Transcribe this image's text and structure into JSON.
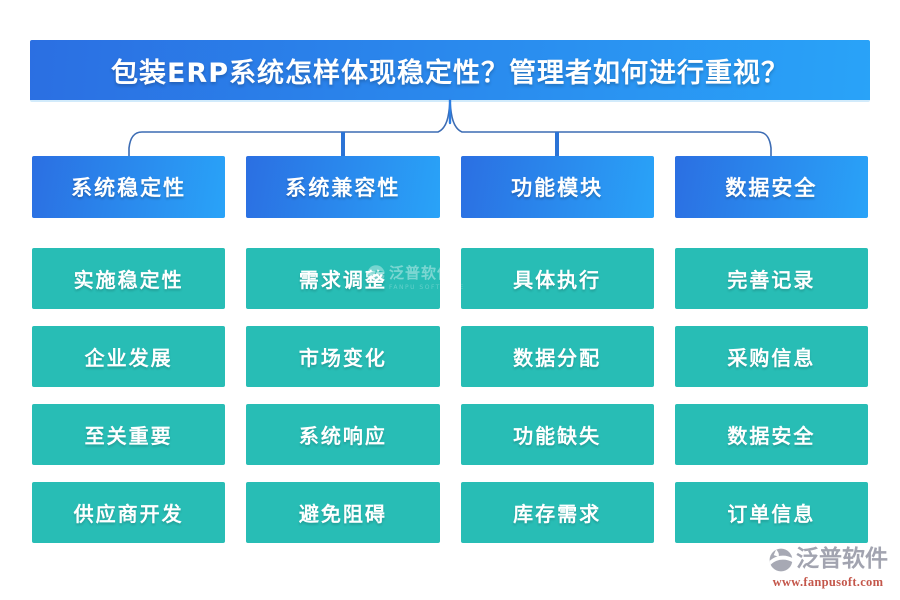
{
  "title": "包装ERP系统怎样体现稳定性？管理者如何进行重视？",
  "columns": [
    {
      "header": "系统稳定性",
      "items": [
        "实施稳定性",
        "企业发展",
        "至关重要",
        "供应商开发"
      ]
    },
    {
      "header": "系统兼容性",
      "items": [
        "需求调整",
        "市场变化",
        "系统响应",
        "避免阻碍"
      ]
    },
    {
      "header": "功能模块",
      "items": [
        "具体执行",
        "数据分配",
        "功能缺失",
        "库存需求"
      ]
    },
    {
      "header": "数据安全",
      "items": [
        "完善记录",
        "采购信息",
        "数据安全",
        "订单信息"
      ]
    }
  ],
  "watermark": {
    "name": "泛普软件",
    "subtitle": "FANPU SOFTWARE"
  },
  "brand": {
    "name": "泛普软件",
    "url": "www.fanpusoft.com"
  },
  "colors": {
    "banner_gradient_start": "#2b6fe2",
    "banner_gradient_end": "#29a3f8",
    "node_teal": "#28bdb5",
    "connector_line": "#3c6cb4",
    "connector_drop": "#2b73d6",
    "brand_gray": "#a2a4b0",
    "brand_url_red": "#c4574b",
    "text_white": "#ffffff",
    "background": "#ffffff"
  }
}
